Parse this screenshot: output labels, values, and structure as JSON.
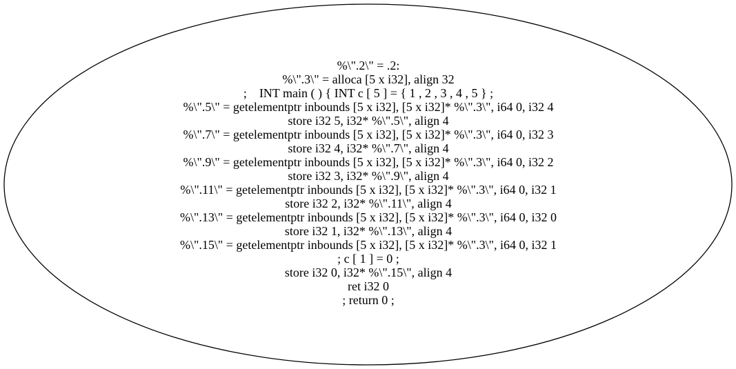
{
  "node": {
    "shape": "ellipse",
    "stroke_color": "#000000",
    "fill_color": "#ffffff",
    "lines": [
      "%\\\".2\\\" = .2:",
      "%\\\".3\\\" = alloca [5 x i32], align 32",
      ";    INT main ( ) { INT c [ 5 ] = { 1 , 2 , 3 , 4 , 5 } ;",
      "%\\\".5\\\" = getelementptr inbounds [5 x i32], [5 x i32]* %\\\".3\\\", i64 0, i32 4",
      "store i32 5, i32* %\\\".5\\\", align 4",
      "%\\\".7\\\" = getelementptr inbounds [5 x i32], [5 x i32]* %\\\".3\\\", i64 0, i32 3",
      "store i32 4, i32* %\\\".7\\\", align 4",
      "%\\\".9\\\" = getelementptr inbounds [5 x i32], [5 x i32]* %\\\".3\\\", i64 0, i32 2",
      "store i32 3, i32* %\\\".9\\\", align 4",
      "%\\\".11\\\" = getelementptr inbounds [5 x i32], [5 x i32]* %\\\".3\\\", i64 0, i32 1",
      "store i32 2, i32* %\\\".11\\\", align 4",
      "%\\\".13\\\" = getelementptr inbounds [5 x i32], [5 x i32]* %\\\".3\\\", i64 0, i32 0",
      "store i32 1, i32* %\\\".13\\\", align 4",
      "%\\\".15\\\" = getelementptr inbounds [5 x i32], [5 x i32]* %\\\".3\\\", i64 0, i32 1",
      "; c [ 1 ] = 0 ;",
      "store i32 0, i32* %\\\".15\\\", align 4",
      "ret i32 0",
      "; return 0 ;"
    ]
  }
}
